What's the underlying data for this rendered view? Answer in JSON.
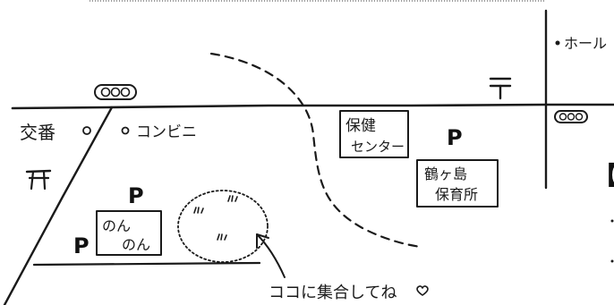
{
  "labels": {
    "police_box": "交番",
    "convenience_store": "コンビニ",
    "health_center_line1": "保健",
    "health_center_line2": "センター",
    "nursery_line1": "鶴ヶ島",
    "nursery_line2": "保育所",
    "nonnon_line1": "のん",
    "nonnon_line2": "のん",
    "parking_1": "P",
    "parking_2": "P",
    "parking_3": "P",
    "meeting_note": "ココに集合してね",
    "hall_partial": "ホール",
    "right_edge_bracket": "【"
  },
  "symbols": {
    "traffic_signal": "traffic-signal-icon",
    "shrine": "shrine-icon",
    "post_office": "post-office-icon",
    "heart": "heart-icon",
    "grass_tuft": "grass-tuft-icon"
  },
  "colors": {
    "ink": "#1a1a1a",
    "background": "#ffffff",
    "top_band": "#9a9a9a"
  }
}
